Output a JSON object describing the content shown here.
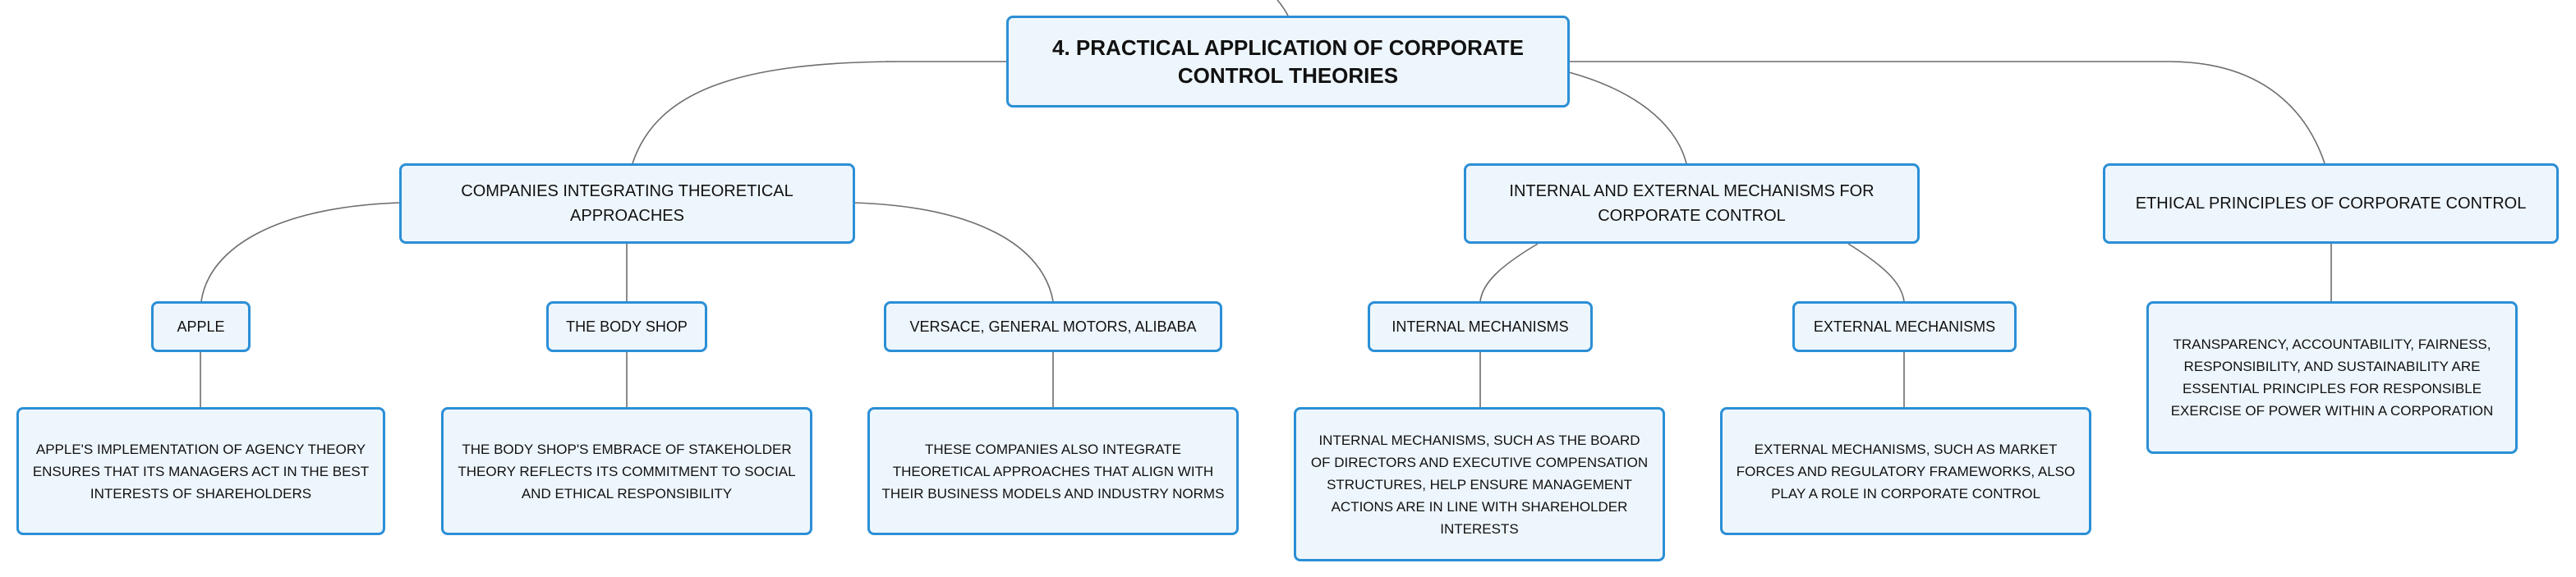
{
  "colors": {
    "node_border": "#2b8fd6",
    "node_fill": "#eef6fd",
    "connector": "#6d6d6d",
    "text": "#111111"
  },
  "root": {
    "label": "4. PRACTICAL APPLICATION OF CORPORATE CONTROL THEORIES"
  },
  "branches": [
    {
      "label": "COMPANIES INTEGRATING THEORETICAL APPROACHES",
      "children": [
        {
          "label": "APPLE",
          "detail": "APPLE'S IMPLEMENTATION OF AGENCY THEORY ENSURES THAT ITS MANAGERS ACT IN THE BEST INTERESTS OF SHAREHOLDERS"
        },
        {
          "label": "THE BODY SHOP",
          "detail": "THE BODY SHOP'S EMBRACE OF STAKEHOLDER THEORY REFLECTS ITS COMMITMENT TO SOCIAL AND ETHICAL RESPONSIBILITY"
        },
        {
          "label": "VERSACE, GENERAL MOTORS, ALIBABA",
          "detail": "THESE COMPANIES ALSO INTEGRATE THEORETICAL APPROACHES THAT ALIGN WITH THEIR BUSINESS MODELS AND INDUSTRY NORMS"
        }
      ]
    },
    {
      "label": "INTERNAL AND EXTERNAL MECHANISMS FOR CORPORATE CONTROL",
      "children": [
        {
          "label": "INTERNAL MECHANISMS",
          "detail": "INTERNAL MECHANISMS, SUCH AS THE BOARD OF DIRECTORS AND EXECUTIVE COMPENSATION STRUCTURES, HELP ENSURE MANAGEMENT ACTIONS ARE IN LINE WITH SHAREHOLDER INTERESTS"
        },
        {
          "label": "EXTERNAL MECHANISMS",
          "detail": "EXTERNAL MECHANISMS, SUCH AS MARKET FORCES AND REGULATORY FRAMEWORKS, ALSO PLAY A ROLE IN CORPORATE CONTROL"
        }
      ]
    },
    {
      "label": "ETHICAL PRINCIPLES OF CORPORATE CONTROL",
      "detail": "TRANSPARENCY, ACCOUNTABILITY, FAIRNESS, RESPONSIBILITY, AND SUSTAINABILITY ARE ESSENTIAL PRINCIPLES FOR RESPONSIBLE EXERCISE OF POWER WITHIN A CORPORATION"
    }
  ]
}
